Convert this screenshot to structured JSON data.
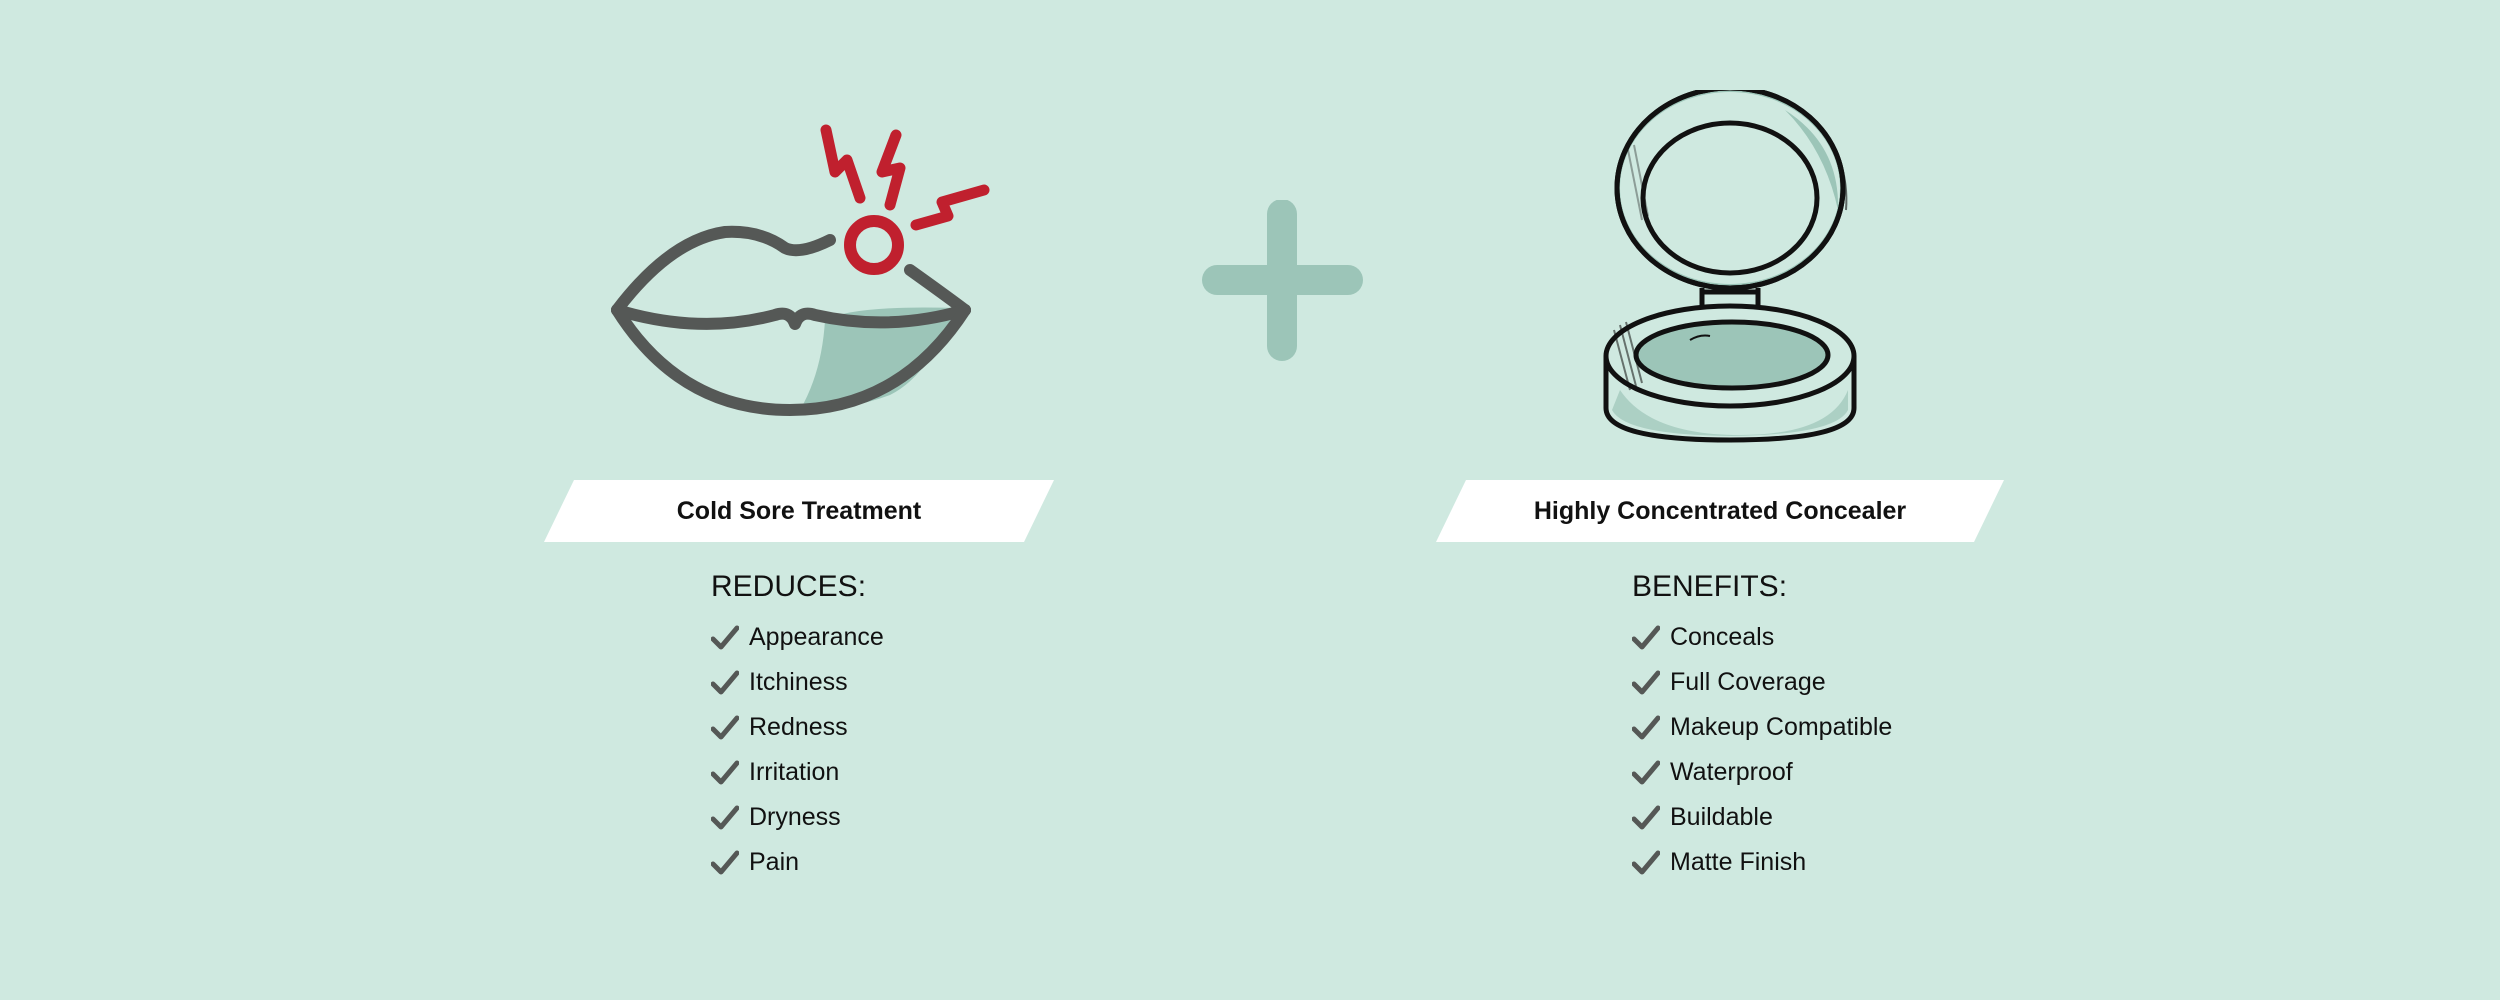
{
  "colors": {
    "background": "#cfe9e0",
    "accent_red": "#c0202e",
    "icon_gray": "#555856",
    "soft_green": "#9cc5b8",
    "banner_bg": "#ffffff"
  },
  "icons": {
    "left": "lips-cold-sore-icon",
    "center": "plus-icon",
    "right": "compact-concealer-icon",
    "bullet": "checkmark-icon"
  },
  "left": {
    "banner": "Cold Sore Treatment",
    "heading": "REDUCES:",
    "items": [
      "Appearance",
      "Itchiness",
      "Redness",
      "Irritation",
      "Dryness",
      "Pain"
    ]
  },
  "right": {
    "banner": "Highly Concentrated Concealer",
    "heading": "BENEFITS:",
    "items": [
      "Conceals",
      "Full Coverage",
      "Makeup Compatible",
      "Waterproof",
      "Buildable",
      "Matte Finish"
    ]
  }
}
